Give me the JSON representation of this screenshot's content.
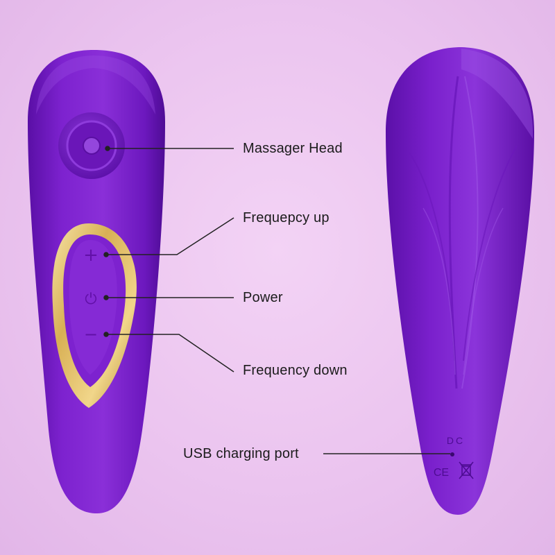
{
  "labels": {
    "massager_head": "Massager Head",
    "frequency_up": "Frequepcy up",
    "power": "Power",
    "frequency_down": "Frequency down",
    "usb_port": "USB charging port"
  },
  "back_markings": {
    "dc": "DC",
    "ce": "CE"
  },
  "icons": {
    "plus": "+",
    "power": "⏻",
    "minus": "−"
  },
  "colors": {
    "background": "#ebc4ef",
    "body_purple": "#7a1fc9",
    "gold": "#d9b45a",
    "leader_line": "#222222"
  }
}
